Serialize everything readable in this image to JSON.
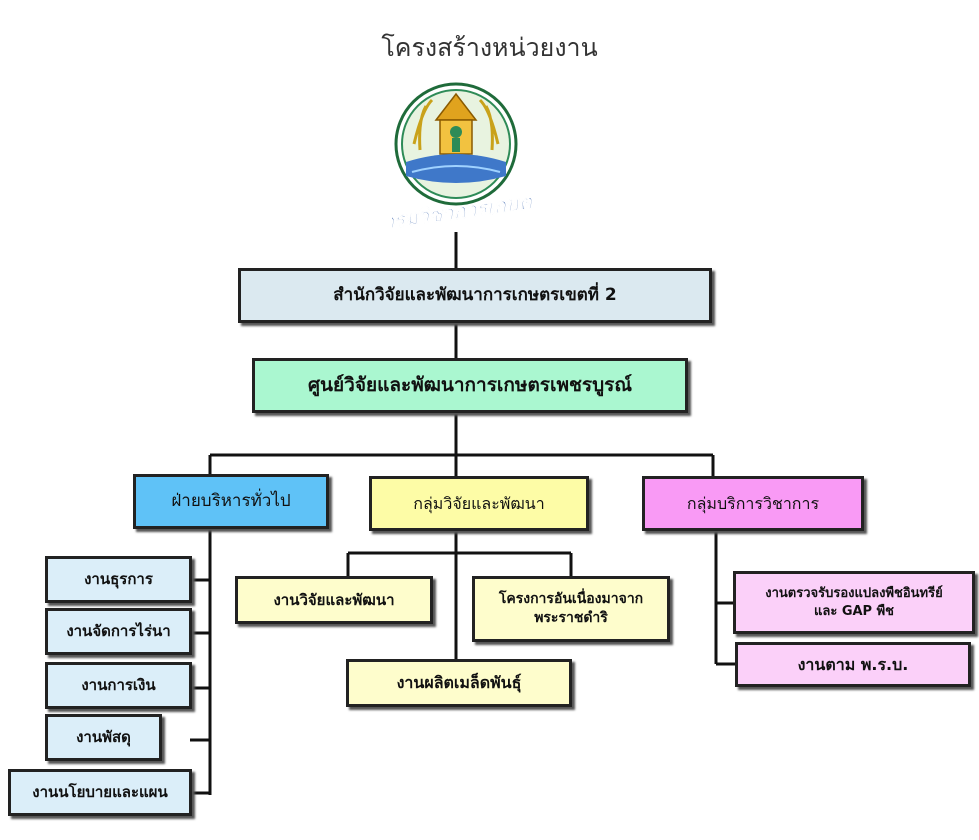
{
  "title": "โครงสร้างหน่วยงาน",
  "logo": {
    "text": "กรมวิชาการเกษตร"
  },
  "nodes": {
    "office": "สำนักวิจัยและพัฒนาการเกษตรเขตที่ 2",
    "center": "ศูนย์วิจัยและพัฒนาการเกษตรเพชรบูรณ์",
    "admin": "ฝ่ายบริหารทั่วไป",
    "research": "กลุ่มวิจัยและพัฒนา",
    "service": "กลุ่มบริการวิชาการ"
  },
  "admin_items": [
    "งานธุรการ",
    "งานจัดการไร่นา",
    "งานการเงิน",
    "งานพัสดุ",
    "งานนโยบายและแผน"
  ],
  "research_items": [
    "งานวิจัยและพัฒนา",
    "โครงการอันเนื่องมาจากพระราชดำริ",
    "งานผลิตเมล็ดพันธุ์"
  ],
  "research_item_lines": {
    "royal_line1": "โครงการอันเนื่องมาจาก",
    "royal_line2": "พระราชดำริ"
  },
  "service_items": [
    "งานตรวจรับรองแปลงพืชอินทรีย์และ GAP พืช",
    "งานตาม พ.ร.บ."
  ],
  "service_item_lines": {
    "gap_line1": "งานตรวจรับรองแปลงพืชอินทรีย์",
    "gap_line2": "และ GAP พืช"
  },
  "colors": {
    "office": "#dbe9f0",
    "center": "#aaf7d0",
    "admin": "#5fc2f7",
    "admin_item": "#dbeef9",
    "research": "#fdfca6",
    "research_item": "#fefdcc",
    "service": "#f99af5",
    "service_item": "#fbd0f9",
    "line": "#111111"
  }
}
